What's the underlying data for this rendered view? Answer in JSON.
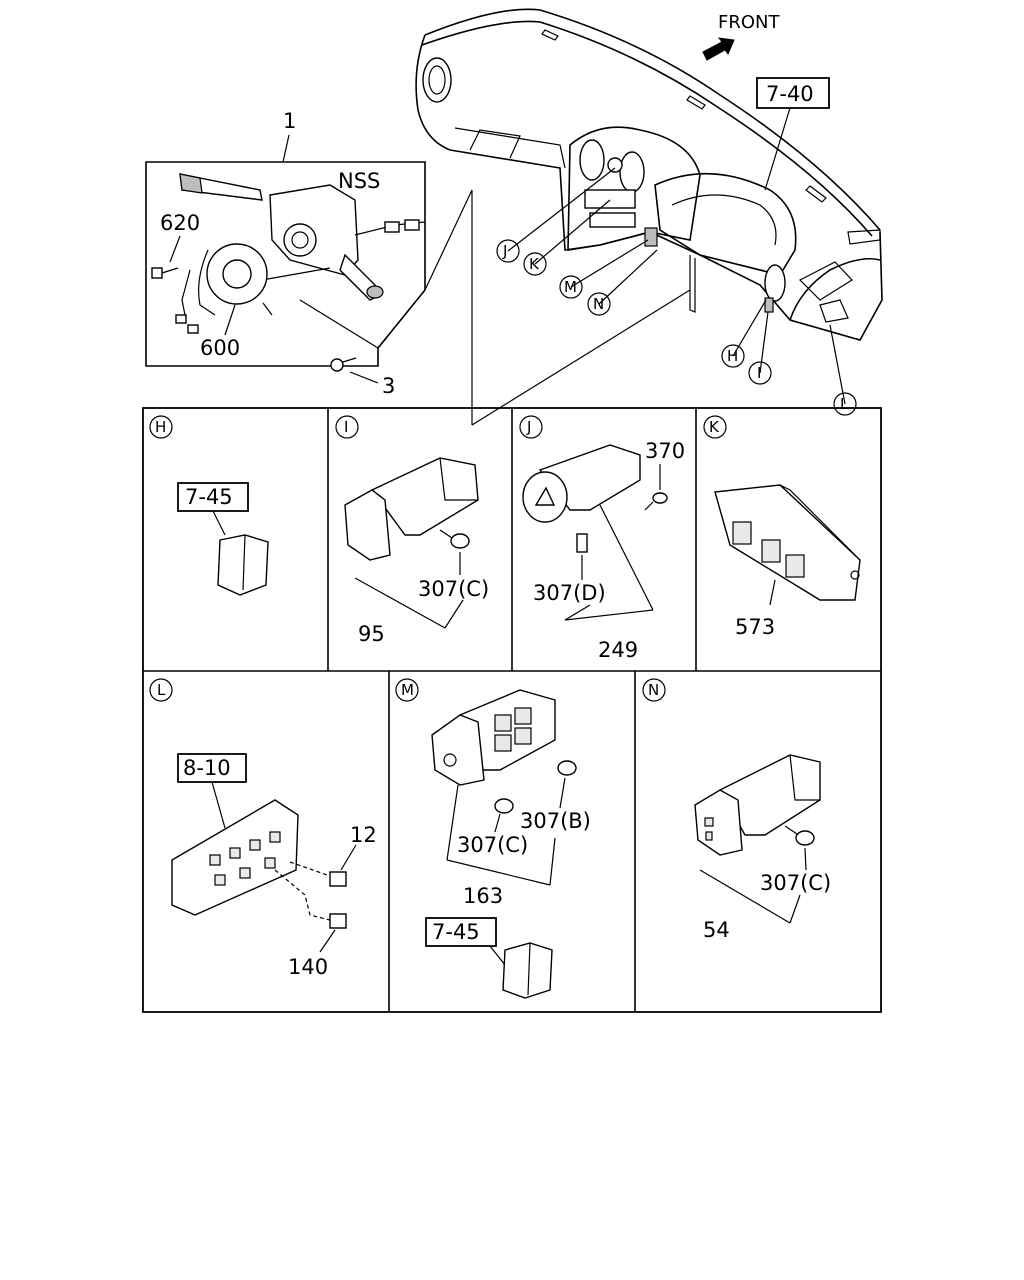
{
  "header": {
    "front_label": "FRONT"
  },
  "overview": {
    "ref_dashboard": "7-40",
    "assembly": {
      "part_1": "1",
      "nss": "NSS",
      "part_620": "620",
      "part_600": "600",
      "part_3": "3"
    },
    "callouts": [
      "J",
      "K",
      "M",
      "N",
      "H",
      "I",
      "L"
    ]
  },
  "panels": {
    "H": {
      "letter": "H",
      "ref": "7-45"
    },
    "I": {
      "letter": "I",
      "screw": "307(C)",
      "part": "95"
    },
    "J": {
      "letter": "J",
      "screw_top": "370",
      "screw_bottom": "307(D)",
      "part": "249"
    },
    "K": {
      "letter": "K",
      "part": "573"
    },
    "L": {
      "letter": "L",
      "ref": "8-10",
      "part_a": "12",
      "part_b": "140"
    },
    "M": {
      "letter": "M",
      "screw_b": "307(B)",
      "screw_c": "307(C)",
      "part": "163",
      "ref": "7-45"
    },
    "N": {
      "letter": "N",
      "screw": "307(C)",
      "part": "54"
    }
  }
}
